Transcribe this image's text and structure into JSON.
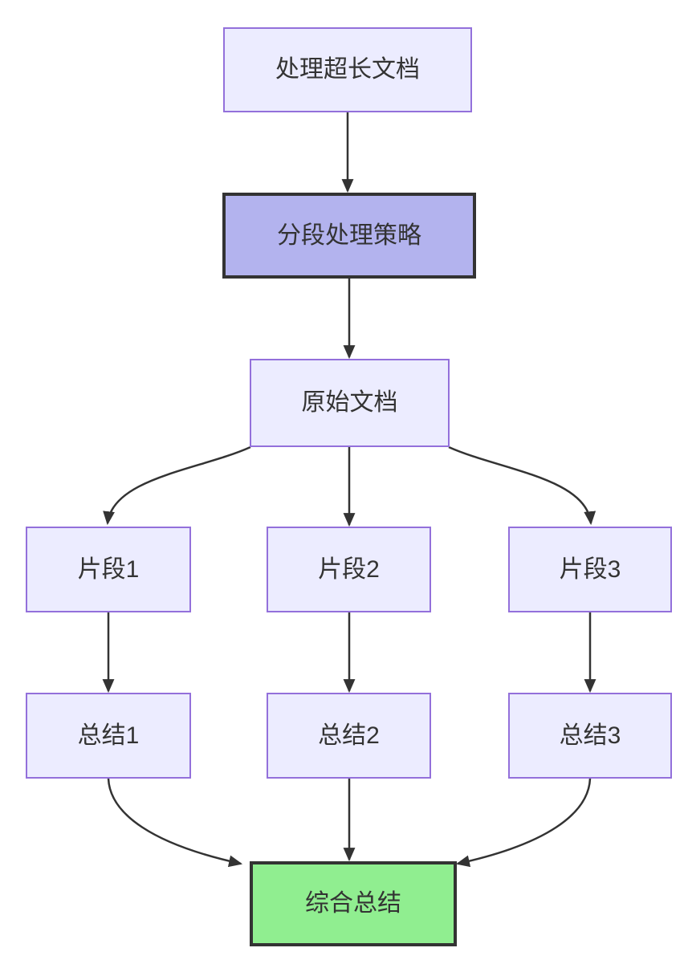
{
  "diagram": {
    "type": "flowchart",
    "direction": "top-down",
    "nodes": [
      {
        "id": "process-long-doc",
        "label": "处理超长文档",
        "style": "default"
      },
      {
        "id": "segment-strategy",
        "label": "分段处理策略",
        "style": "emphasis"
      },
      {
        "id": "original-doc",
        "label": "原始文档",
        "style": "default"
      },
      {
        "id": "fragment-1",
        "label": "片段1",
        "style": "default"
      },
      {
        "id": "fragment-2",
        "label": "片段2",
        "style": "default"
      },
      {
        "id": "fragment-3",
        "label": "片段3",
        "style": "default"
      },
      {
        "id": "summary-1",
        "label": "总结1",
        "style": "default"
      },
      {
        "id": "summary-2",
        "label": "总结2",
        "style": "default"
      },
      {
        "id": "summary-3",
        "label": "总结3",
        "style": "default"
      },
      {
        "id": "final-summary",
        "label": "综合总结",
        "style": "success"
      }
    ],
    "edges": [
      {
        "from": "process-long-doc",
        "to": "segment-strategy"
      },
      {
        "from": "segment-strategy",
        "to": "original-doc"
      },
      {
        "from": "original-doc",
        "to": "fragment-1"
      },
      {
        "from": "original-doc",
        "to": "fragment-2"
      },
      {
        "from": "original-doc",
        "to": "fragment-3"
      },
      {
        "from": "fragment-1",
        "to": "summary-1"
      },
      {
        "from": "fragment-2",
        "to": "summary-2"
      },
      {
        "from": "fragment-3",
        "to": "summary-3"
      },
      {
        "from": "summary-1",
        "to": "final-summary"
      },
      {
        "from": "summary-2",
        "to": "final-summary"
      },
      {
        "from": "summary-3",
        "to": "final-summary"
      }
    ],
    "colors": {
      "node_fill": "#ECECFF",
      "node_border": "#9370DB",
      "emphasis_fill": "#B3B3EE",
      "emphasis_border": "#333333",
      "success_fill": "#90EE90",
      "success_border": "#333333",
      "edge": "#333333",
      "text": "#333333",
      "background": "#FFFFFF"
    }
  }
}
